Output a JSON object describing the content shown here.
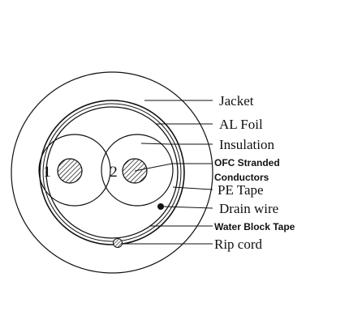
{
  "diagram": {
    "conductor_numbers": [
      "1",
      "2"
    ],
    "labels": {
      "jacket": "Jacket",
      "al_foil": "AL Foil",
      "insulation": "Insulation",
      "ofc_line1": "OFC Stranded",
      "ofc_line2": "Conductors",
      "pe_tape": "PE Tape",
      "drain_wire": "Drain wire",
      "water_block_tape": "Water Block Tape",
      "rip_cord": "Rip cord"
    },
    "colors": {
      "stroke": "#111111",
      "background": "#ffffff"
    }
  }
}
